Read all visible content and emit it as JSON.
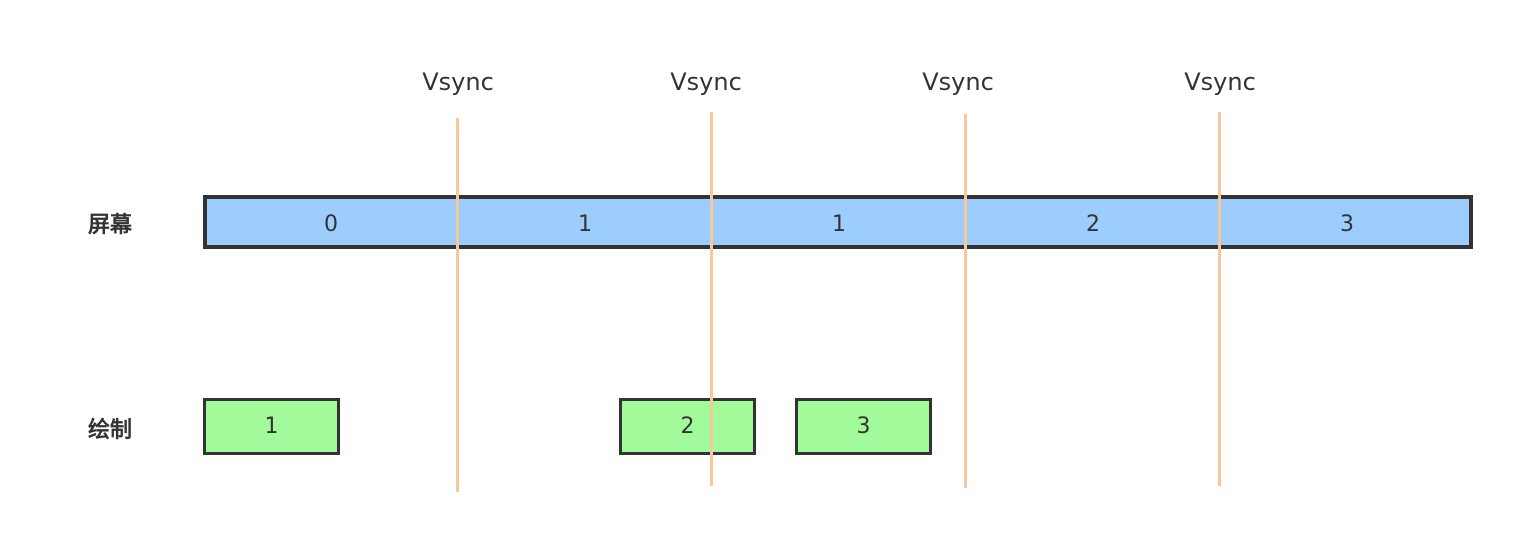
{
  "rows": {
    "screen_label": "屏幕",
    "draw_label": "绘制"
  },
  "vsync": {
    "labels": [
      "Vsync",
      "Vsync",
      "Vsync",
      "Vsync"
    ]
  },
  "screen": {
    "segments": [
      "0",
      "1",
      "1",
      "2",
      "3"
    ]
  },
  "draw": {
    "frames": [
      "1",
      "2",
      "3"
    ]
  },
  "colors": {
    "screen_fill": "#9ccdfc",
    "draw_fill": "#a1fb9a",
    "vsync_line": "#f7c89a",
    "border": "#333333"
  }
}
